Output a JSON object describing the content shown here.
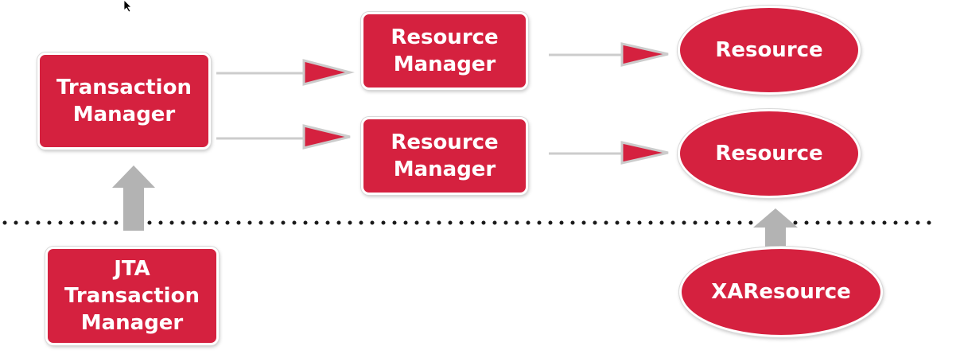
{
  "diagram": {
    "colors": {
      "node_fill": "#d5213f",
      "arrow_line": "#cccccc",
      "arrow_head": "#d5213f",
      "up_arrow": "#b3b3b3",
      "divider": "#1a1a1a"
    },
    "nodes": {
      "transaction_manager": "Transaction\nManager",
      "resource_manager_1": "Resource\nManager",
      "resource_manager_2": "Resource\nManager",
      "resource_1": "Resource",
      "resource_2": "Resource",
      "jta_transaction_manager": "JTA\nTransaction\nManager",
      "xaresource": "XAResource"
    }
  }
}
